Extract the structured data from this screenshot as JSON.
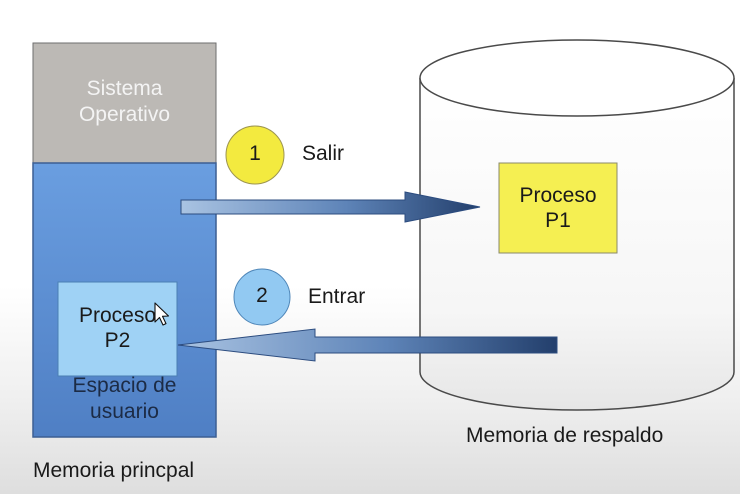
{
  "os_block": {
    "line1": "Sistema",
    "line2": "Operativo"
  },
  "user_space": {
    "line1": "Espacio de",
    "line2": "usuario"
  },
  "process_p2": {
    "line1": "Proceso",
    "line2": "P2"
  },
  "process_p1": {
    "line1": "Proceso",
    "line2": "P1"
  },
  "step_out": {
    "number": "1",
    "label": "Salir"
  },
  "step_in": {
    "number": "2",
    "label": "Entrar"
  },
  "main_memory_label": "Memoria princpal",
  "backing_store_label": "Memoria de respaldo",
  "colors": {
    "os_gray": "#bcb9b5",
    "user_space_blue": "#5b8fd6",
    "process_yellow": "#f5ef52",
    "process_light_blue": "#9fd2f5",
    "step1_circle": "#f3ea3f",
    "step2_circle": "#92c9f2",
    "arrow_dark": "#233f6c",
    "arrow_light": "#9bb8da"
  }
}
